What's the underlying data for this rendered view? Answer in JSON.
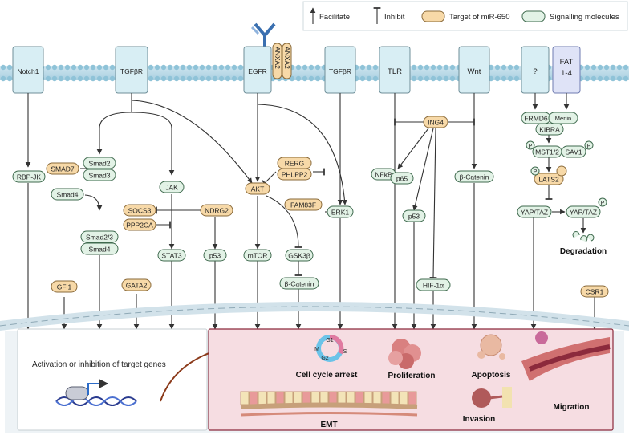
{
  "legend": {
    "facilitate": "Facilitate",
    "inhibit": "Inhibit",
    "target": "Target of miR-650",
    "signalling": "Signalling molecules"
  },
  "receptors": {
    "notch1": "Notch1",
    "tgfbr_1": "TGFβR",
    "egfr": "EGFR",
    "tgfbr_2": "TGFβR",
    "tlr": "TLR",
    "wnt": "Wnt",
    "unknown": "?",
    "fat_line1": "FAT",
    "fat_line2": "1-4",
    "anxa2_a": "ANXA2",
    "anxa2_b": "ANXA2"
  },
  "targets": {
    "smad7": "SMAD7",
    "socs3": "SOCS3",
    "ppp2ca": "PPP2CA",
    "ndrg2": "NDRG2",
    "akt": "AKT",
    "rerg": "RERG",
    "phlpp2": "PHLPP2",
    "fam83f": "FAM83F",
    "ing4": "ING4",
    "gfi1": "GFi1",
    "gata2": "GATA2",
    "csr1": "CSR1",
    "lats2": "LATS2"
  },
  "molecules": {
    "rbpjk": "RBP-JK",
    "smad2": "Smad2",
    "smad3": "Smad3",
    "smad4": "Smad4",
    "smad23": "Smad2/3",
    "smad4b": "Smad4",
    "jak": "JAK",
    "stat3": "STAT3",
    "p53_a": "p53",
    "mtor": "mTOR",
    "gsk3b": "GSK3β",
    "bcatenin_a": "β-Catenin",
    "erk1": "ERK1",
    "nfkb": "NFkB",
    "p65": "p65",
    "p53_b": "p53",
    "hif1a": "HIF-1α",
    "bcatenin_b": "β-Catenin",
    "frmd6": "FRMD6",
    "merlin": "Merlin",
    "kibra": "KIBRA",
    "mst12": "MST1/2",
    "sav1": "SAV1",
    "yaptaz_a": "YAP/TAZ",
    "yaptaz_b": "YAP/TAZ",
    "phos": "P"
  },
  "degradation": "Degradation",
  "nucleus": {
    "activation": "Activation or inhibition of target genes"
  },
  "outcomes": {
    "cell_cycle": "Cell cycle arrest",
    "proliferation": "Proliferation",
    "apoptosis": "Apoptosis",
    "invasion": "Invasion",
    "migration": "Migration",
    "emt": "EMT",
    "g1": "G1",
    "s": "S",
    "g2": "G2",
    "m": "M"
  }
}
